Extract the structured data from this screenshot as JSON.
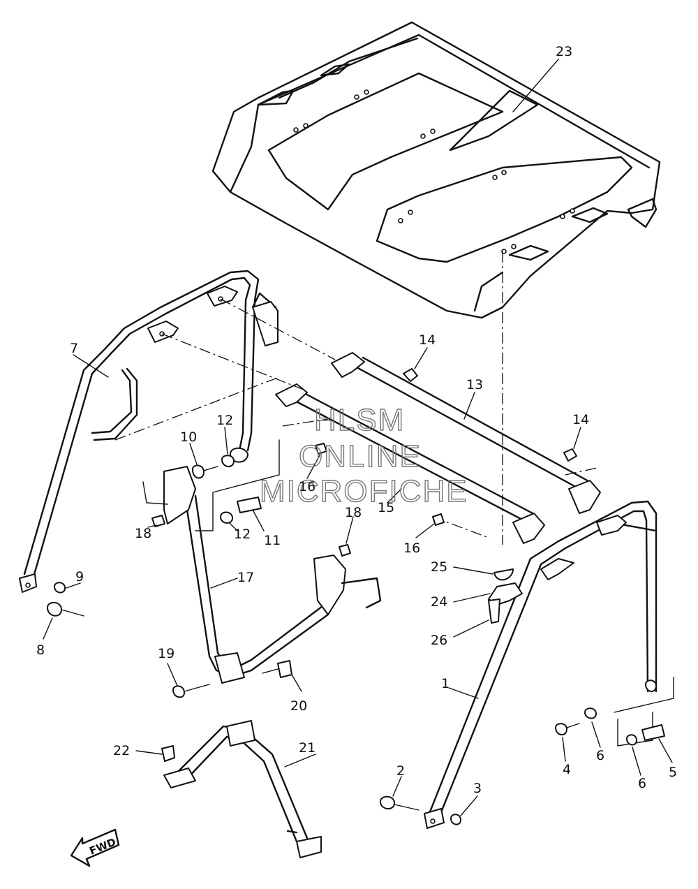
{
  "watermark": {
    "line1": "HLSM",
    "line2": "ONLINE",
    "line3": "MICROFICHE"
  },
  "direction_marker": "FWD",
  "callouts": [
    {
      "id": "c1",
      "label": "1"
    },
    {
      "id": "c2",
      "label": "2"
    },
    {
      "id": "c3",
      "label": "3"
    },
    {
      "id": "c4",
      "label": "4"
    },
    {
      "id": "c5",
      "label": "5"
    },
    {
      "id": "c6a",
      "label": "6"
    },
    {
      "id": "c6b",
      "label": "6"
    },
    {
      "id": "c7",
      "label": "7"
    },
    {
      "id": "c8",
      "label": "8"
    },
    {
      "id": "c9",
      "label": "9"
    },
    {
      "id": "c10",
      "label": "10"
    },
    {
      "id": "c11",
      "label": "11"
    },
    {
      "id": "c12a",
      "label": "12"
    },
    {
      "id": "c12b",
      "label": "12"
    },
    {
      "id": "c13",
      "label": "13"
    },
    {
      "id": "c14a",
      "label": "14"
    },
    {
      "id": "c14b",
      "label": "14"
    },
    {
      "id": "c15",
      "label": "15"
    },
    {
      "id": "c16a",
      "label": "16"
    },
    {
      "id": "c16b",
      "label": "16"
    },
    {
      "id": "c17",
      "label": "17"
    },
    {
      "id": "c18a",
      "label": "18"
    },
    {
      "id": "c18b",
      "label": "18"
    },
    {
      "id": "c19",
      "label": "19"
    },
    {
      "id": "c20",
      "label": "20"
    },
    {
      "id": "c21",
      "label": "21"
    },
    {
      "id": "c22",
      "label": "22"
    },
    {
      "id": "c23",
      "label": "23"
    },
    {
      "id": "c24",
      "label": "24"
    },
    {
      "id": "c25",
      "label": "25"
    },
    {
      "id": "c26",
      "label": "26"
    }
  ]
}
